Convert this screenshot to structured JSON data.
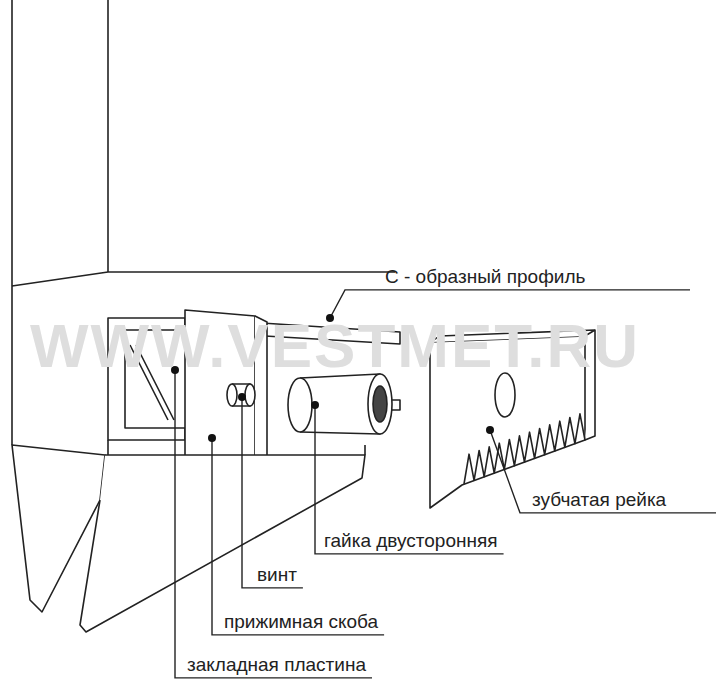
{
  "diagram": {
    "labels": [
      "С - образный профиль",
      "зубчатая рейка",
      "гайка двусторонняя",
      "винт",
      "прижимная скоба",
      "закладная пластина",
      "WWW.VESTMET.RU"
    ]
  }
}
